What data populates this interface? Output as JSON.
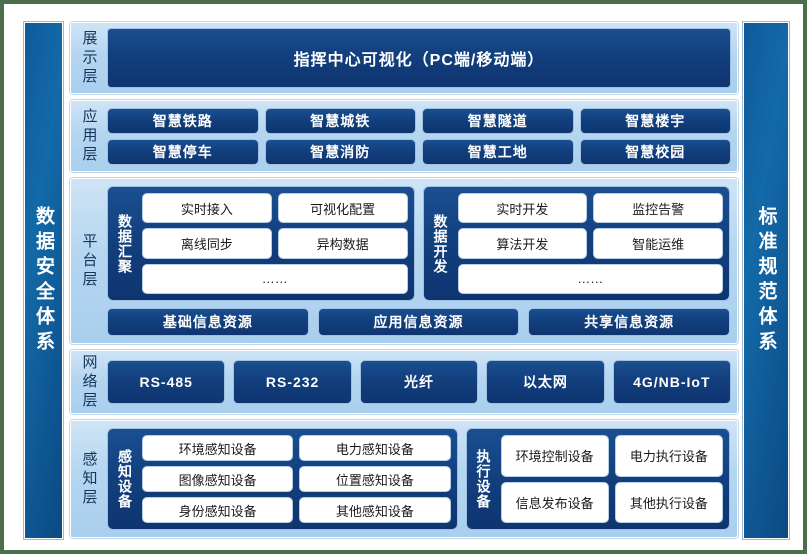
{
  "colors": {
    "page_background": "#4d6e4d",
    "canvas": "#ffffff",
    "panel_light_blue": "#b5d6f0",
    "chip_dark_blue": "#123f7d",
    "pillar_blue": "#136aa8",
    "chip_text": "#ffffff",
    "label_text": "#16355c"
  },
  "pillars": {
    "left": {
      "name": "data-security-system",
      "text": "数据安全体系"
    },
    "right": {
      "name": "standard-specification-system",
      "text": "标准规范体系"
    }
  },
  "layers": [
    {
      "id": "display",
      "label": "展示层",
      "banner": "指挥中心可视化（PC端/移动端）"
    },
    {
      "id": "application",
      "label": "应用层",
      "rows": [
        [
          "智慧铁路",
          "智慧城铁",
          "智慧隧道",
          "智慧楼宇"
        ],
        [
          "智慧停车",
          "智慧消防",
          "智慧工地",
          "智慧校园"
        ]
      ]
    },
    {
      "id": "platform",
      "label": "平台层",
      "groups": [
        {
          "label": "数据汇聚",
          "rows": [
            [
              "实时接入",
              "可视化配置"
            ],
            [
              "离线同步",
              "异构数据"
            ],
            [
              "……"
            ]
          ]
        },
        {
          "label": "数据开发",
          "rows": [
            [
              "实时开发",
              "监控告警"
            ],
            [
              "算法开发",
              "智能运维"
            ],
            [
              "……"
            ]
          ]
        }
      ],
      "resources": [
        "基础信息资源",
        "应用信息资源",
        "共享信息资源"
      ]
    },
    {
      "id": "network",
      "label": "网络层",
      "items": [
        "RS-485",
        "RS-232",
        "光纤",
        "以太网",
        "4G/NB-IoT"
      ]
    },
    {
      "id": "sensing",
      "label": "感知层",
      "groups": [
        {
          "label": "感知设备",
          "rows": [
            [
              "环境感知设备",
              "电力感知设备"
            ],
            [
              "图像感知设备",
              "位置感知设备"
            ],
            [
              "身份感知设备",
              "其他感知设备"
            ]
          ]
        },
        {
          "label": "执行设备",
          "rows": [
            [
              "环境控制设备",
              "电力执行设备"
            ],
            [
              "信息发布设备",
              "其他执行设备"
            ]
          ]
        }
      ]
    }
  ]
}
